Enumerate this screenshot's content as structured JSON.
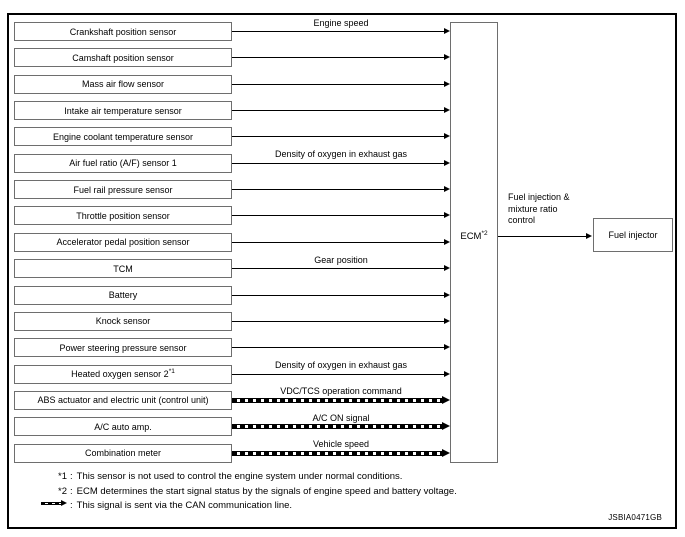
{
  "diagram": {
    "inputs": [
      {
        "label": "Crankshaft position sensor",
        "signal": "Engine speed",
        "line": "solid"
      },
      {
        "label": "Camshaft position sensor",
        "line": "solid"
      },
      {
        "label": "Mass air flow sensor",
        "line": "solid"
      },
      {
        "label": "Intake air temperature sensor",
        "line": "solid"
      },
      {
        "label": "Engine coolant temperature sensor",
        "line": "solid"
      },
      {
        "label": "Air fuel ratio (A/F) sensor 1",
        "signal": "Density of oxygen in exhaust gas",
        "line": "solid"
      },
      {
        "label": "Fuel rail pressure sensor",
        "line": "solid"
      },
      {
        "label": "Throttle position sensor",
        "line": "solid"
      },
      {
        "label": "Accelerator pedal position sensor",
        "line": "solid"
      },
      {
        "label": "TCM",
        "signal": "Gear position",
        "line": "solid"
      },
      {
        "label": "Battery",
        "line": "solid"
      },
      {
        "label": "Knock sensor",
        "line": "solid"
      },
      {
        "label": "Power steering pressure sensor",
        "line": "solid"
      },
      {
        "label": "Heated oxygen sensor 2",
        "sup": "*1",
        "signal": "Density of oxygen in exhaust gas",
        "line": "solid"
      },
      {
        "label": "ABS actuator and electric unit (control unit)",
        "signal": "VDC/TCS operation command",
        "line": "dashed"
      },
      {
        "label": "A/C auto amp.",
        "signal": "A/C ON signal",
        "line": "dashed"
      },
      {
        "label": "Combination meter",
        "signal": "Vehicle speed",
        "line": "dashed"
      }
    ],
    "ecm": {
      "label": "ECM",
      "sup": "*2"
    },
    "output": {
      "label_lines": [
        "Fuel injection &",
        "mixture ratio",
        "control"
      ],
      "target": "Fuel injector"
    },
    "notes": [
      {
        "marker": "*1",
        "text": "This sensor is not used to control the engine system under normal conditions."
      },
      {
        "marker": "*2",
        "text": "ECM determines the start signal status by the signals of engine speed and battery voltage."
      },
      {
        "marker_icon": "can-dashed-arrow-icon",
        "text": "This signal is sent via the CAN communication line."
      }
    ],
    "figure_id": "JSBIA0471GB",
    "colors": {
      "line": "#000000",
      "box_border": "#6e6e6e",
      "background": "#ffffff"
    }
  }
}
